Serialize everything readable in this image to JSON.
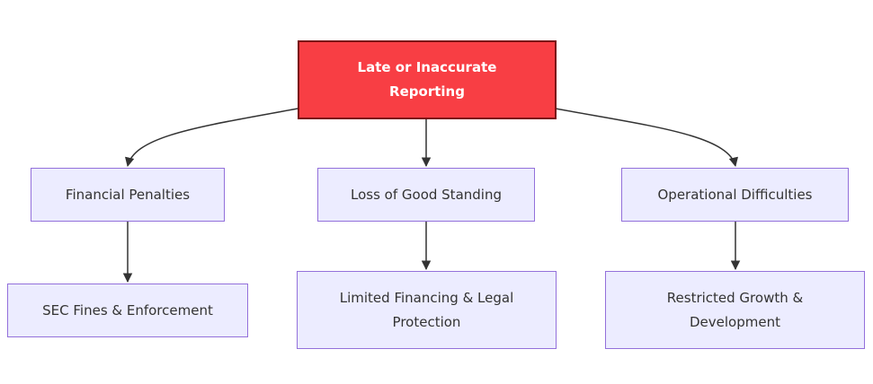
{
  "root": {
    "label": "Late or Inaccurate Reporting"
  },
  "branches": [
    {
      "label": "Financial Penalties",
      "child": {
        "label": "SEC Fines & Enforcement"
      }
    },
    {
      "label": "Loss of Good Standing",
      "child": {
        "label": "Limited Financing & Legal Protection"
      }
    },
    {
      "label": "Operational Difficulties",
      "child": {
        "label": "Restricted Growth & Development"
      }
    }
  ],
  "colors": {
    "root_fill": "#f83e44",
    "root_stroke": "#7a1115",
    "node_fill": "#ececff",
    "node_stroke": "#9370db",
    "edge": "#333333"
  }
}
